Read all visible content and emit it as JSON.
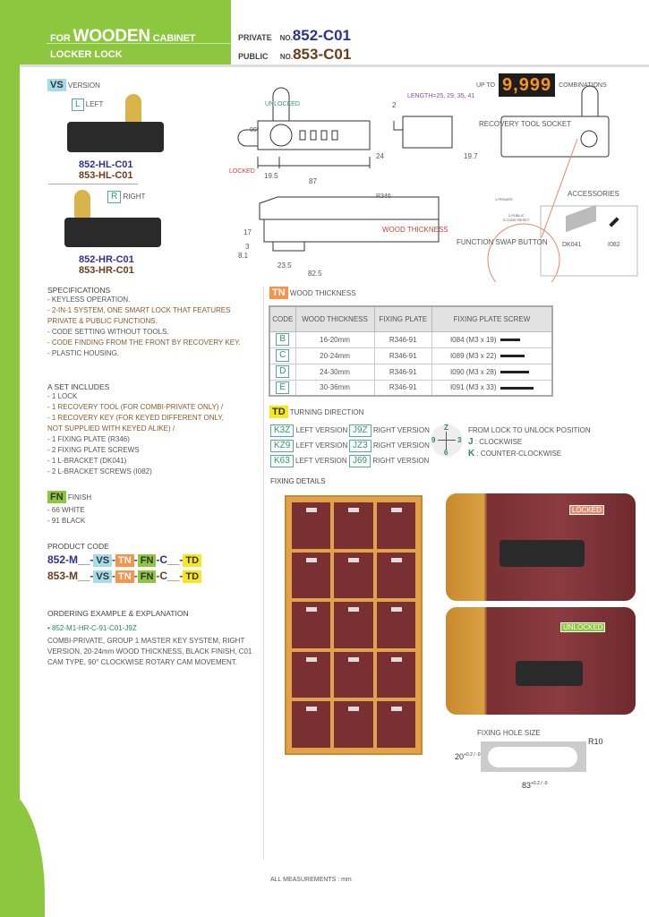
{
  "header": {
    "for": "FOR",
    "wooden": "WOODEN",
    "cabinet": "CABINET",
    "subtitle": "LOCKER LOCK",
    "private_label": "PRIVATE",
    "public_label": "PUBLIC",
    "no": "NO.",
    "private_code": "852-C01",
    "public_code": "853-C01"
  },
  "combinations": {
    "up_to": "UP TO",
    "value": "9,999",
    "label": "COMBINATIONS"
  },
  "version": {
    "tag": "VS",
    "label": "VERSION",
    "left": {
      "tag": "L",
      "label": "LEFT",
      "codes": [
        "852-HL-C01",
        "853-HL-C01"
      ]
    },
    "right": {
      "tag": "R",
      "label": "RIGHT",
      "codes": [
        "852-HR-C01",
        "853-HR-C01"
      ]
    }
  },
  "drawing": {
    "unlocked": "UNLOCKED",
    "locked": "LOCKED",
    "angle": "90°",
    "dim_24": "24",
    "dim_195": "19.5",
    "dim_87": "87",
    "length": "LENGTH=25, 29, 35, 41",
    "dim_2": "2",
    "dim_197": "19.7",
    "r346": "R346",
    "wood_thickness": "WOOD THICKNESS",
    "dim_17": "17",
    "dim_3": "3",
    "dim_81": "8.1",
    "dim_235": "23.5",
    "dim_825": "82.5",
    "recovery_socket": "RECOVERY TOOL SOCKET",
    "function_swap": "FUNCTION SWAP BUTTON",
    "swap_private": "1.PRIVATE",
    "swap_public": "2.PUBLIC",
    "swap_reset": "3.CODE RESET"
  },
  "accessories": {
    "title": "ACCESSORIES",
    "items": [
      "DK041",
      "I082"
    ]
  },
  "specifications": {
    "title": "SPECIFICATIONS",
    "items": [
      {
        "text": "- KEYLESS OPERATION.",
        "hl": false
      },
      {
        "text": "- 2-IN-1 SYSTEM, ONE SMART LOCK THAT FEATURES",
        "hl": true
      },
      {
        "text": "   PRIVATE & PUBLIC FUNCTIONS.",
        "hl": true
      },
      {
        "text": "- CODE SETTING WITHOUT TOOLS.",
        "hl": false
      },
      {
        "text": "- CODE FINDING FROM THE FRONT BY RECOVERY KEY.",
        "hl": true
      },
      {
        "text": "- PLASTIC HOUSING.",
        "hl": false
      }
    ]
  },
  "set_includes": {
    "title": "A  SET INCLUDES",
    "items": [
      {
        "text": "- 1  LOCK",
        "hl": false
      },
      {
        "text": "- 1  RECOVERY TOOL (FOR COMBI-PRIVATE ONLY) /",
        "hl": true
      },
      {
        "text": "- 1  RECOVERY KEY (FOR KEYED DIFFERENT ONLY,",
        "hl": true
      },
      {
        "text": "   NOT SUPPLIED WITH KEYED ALIKE) /",
        "hl": true
      },
      {
        "text": "- 1  FIXING PLATE (R346)",
        "hl": false
      },
      {
        "text": "- 2  FIXING PLATE SCREWS",
        "hl": false
      },
      {
        "text": "- 1  L-BRACKET (DK041)",
        "hl": false
      },
      {
        "text": "- 2  L-BRACKET SCREWS (I082)",
        "hl": false
      }
    ]
  },
  "finish": {
    "tag": "FN",
    "label": "FINISH",
    "items": [
      "- 66 WHITE",
      "- 91 BLACK"
    ]
  },
  "product_code": {
    "title": "PRODUCT CODE",
    "rows": [
      {
        "prefix": "852-M__-",
        "c": "-C__-"
      },
      {
        "prefix": "853-M__-",
        "c": "-C__-"
      }
    ],
    "vs": "VS",
    "tn": "TN",
    "fn": "FN",
    "td": "TD",
    "dash": "-"
  },
  "ordering": {
    "title": "ORDERING EXAMPLE & EXPLANATION",
    "example": "• 852-M1-HR-C-91-C01-J9Z",
    "explanation": "COMBI-PRIVATE, GROUP 1 MASTER KEY SYSTEM, RIGHT VERSION, 20-24mm WOOD THICKNESS, BLACK FINISH, C01 CAM TYPE, 90° CLOCKWISE ROTARY CAM MOVEMENT."
  },
  "wood_thickness": {
    "tag": "TN",
    "label": "WOOD THICKNESS",
    "headers": [
      "CODE",
      "WOOD THICKNESS",
      "FIXING PLATE",
      "FIXING PLATE SCREW"
    ],
    "rows": [
      [
        "B",
        "16-20mm",
        "R346-91",
        "I084 (M3 x 19)"
      ],
      [
        "C",
        "20-24mm",
        "R346-91",
        "I089 (M3 x 22)"
      ],
      [
        "D",
        "24-30mm",
        "R346-91",
        "I090 (M3 x 28)"
      ],
      [
        "E",
        "30-36mm",
        "R346-91",
        "I091 (M3 x 33)"
      ]
    ]
  },
  "turning": {
    "tag": "TD",
    "label": "TURNING DIRECTION",
    "left": [
      [
        "K3Z",
        "LEFT VERSION"
      ],
      [
        "KZ9",
        "LEFT VERSION"
      ],
      [
        "K63",
        "LEFT VERSION"
      ]
    ],
    "right": [
      [
        "J9Z",
        "RIGHT VERSION"
      ],
      [
        "JZ3",
        "RIGHT VERSION"
      ],
      [
        "J69",
        "RIGHT VERSION"
      ]
    ],
    "dial": {
      "z": "Z",
      "n9": "9",
      "n3": "3",
      "n6": "6"
    },
    "from": "FROM LOCK TO UNLOCK POSITION",
    "j": "J",
    "j_label": ": CLOCKWISE",
    "k": "K",
    "k_label": ": COUNTER-CLOCKWISE"
  },
  "fixing": {
    "title": "FIXING DETAILS",
    "locked": "LOCKED",
    "unlocked": "UNLOCKED",
    "hole_title": "FIXING HOLE SIZE",
    "r10": "R10",
    "h": "20",
    "h_tol": "+0.2 / -0",
    "w": "83",
    "w_tol": "+0.2 / -0"
  },
  "footer": "ALL MEASUREMENTS : mm",
  "colors": {
    "green": "#8dc63f",
    "private_blue": "#2e3192",
    "public_brown": "#6b3e1a",
    "tn_orange": "#f7944a",
    "td_yellow": "#f8e71c",
    "vs_blue": "#a6dcea"
  }
}
